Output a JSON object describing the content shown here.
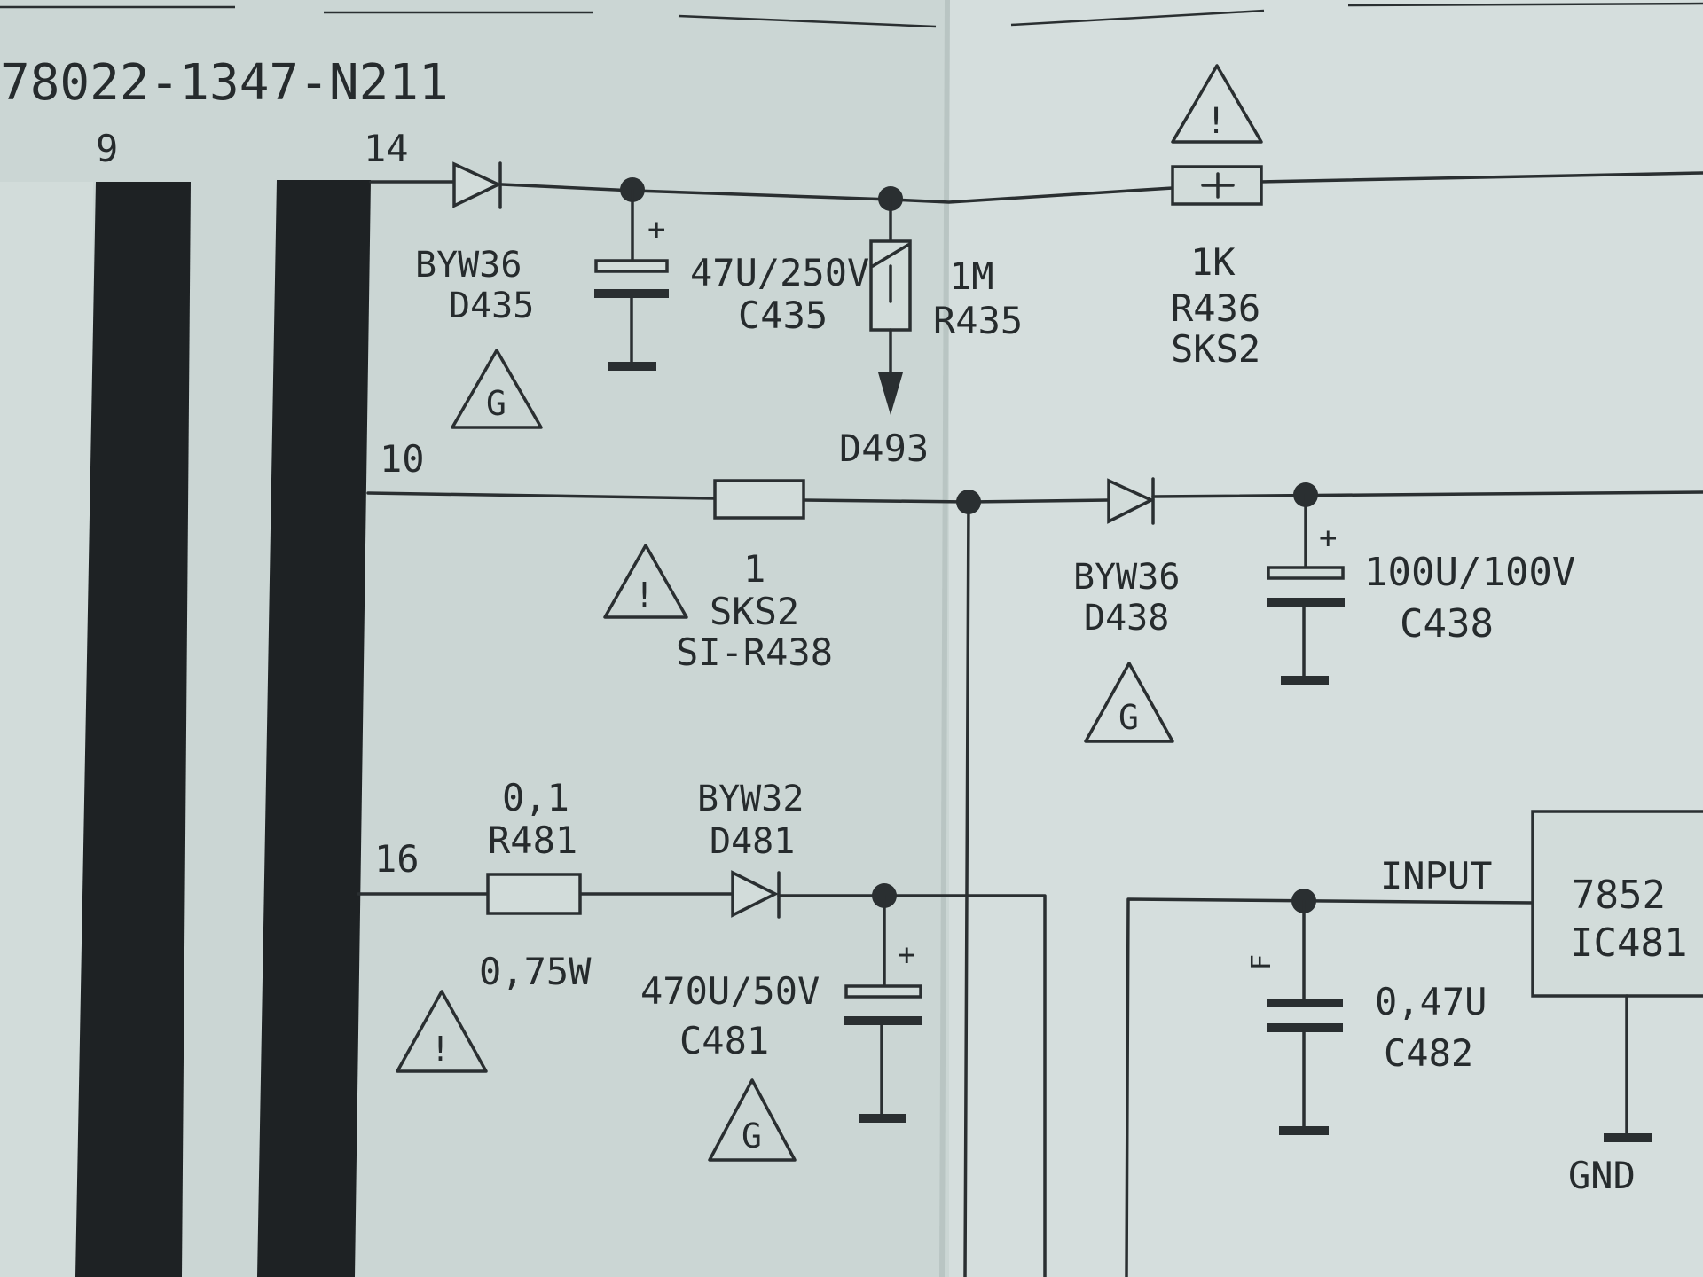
{
  "title": "78022-1347-N211",
  "pins": {
    "p9": "9",
    "p14": "14",
    "p10": "10",
    "p16": "16"
  },
  "components": {
    "d435": {
      "type": "BYW36",
      "ref": "D435"
    },
    "c435": {
      "value": "47U/250V",
      "ref": "C435"
    },
    "r435": {
      "value": "1M",
      "ref": "R435"
    },
    "d493": {
      "ref": "D493"
    },
    "r436": {
      "value": "1K",
      "ref": "R436",
      "type": "SKS2"
    },
    "r438": {
      "value": "1",
      "type": "SKS2",
      "ref": "SI-R438"
    },
    "d438": {
      "type": "BYW36",
      "ref": "D438"
    },
    "c438": {
      "value": "100U/100V",
      "ref": "C438"
    },
    "r481": {
      "value": "0,1",
      "ref": "R481",
      "power": "0,75W"
    },
    "d481": {
      "type": "BYW32",
      "ref": "D481"
    },
    "c481": {
      "value": "470U/50V",
      "ref": "C481"
    },
    "c482": {
      "value": "0,47U",
      "ref": "C482",
      "mark": "F"
    },
    "ic481": {
      "type": "7852",
      "ref": "IC481",
      "input_label": "INPUT",
      "gnd_label": "GND"
    }
  },
  "symbols": {
    "g_mark": "G",
    "plus": "+",
    "warning": "!"
  }
}
